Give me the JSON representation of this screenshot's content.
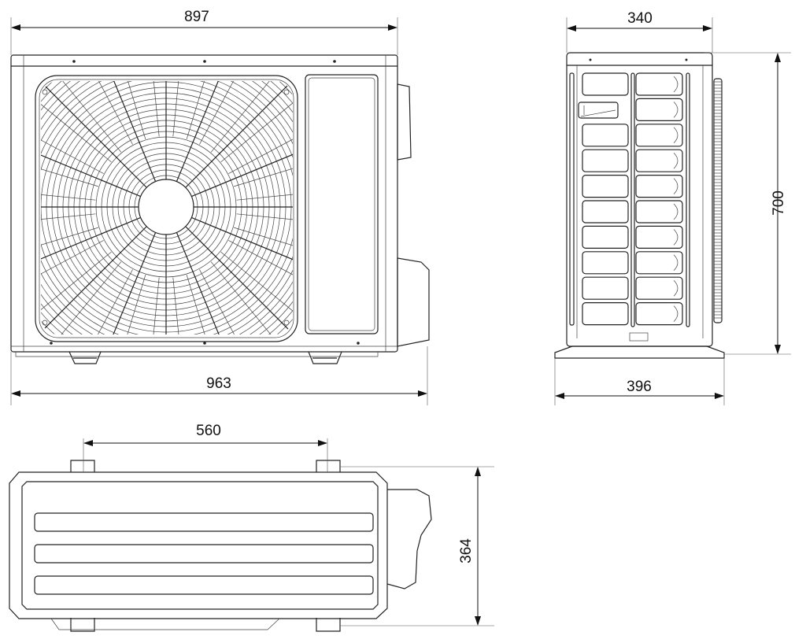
{
  "title": "Outdoor unit dimensions",
  "views": {
    "front": {
      "width_top": "897",
      "width_overall": "963"
    },
    "side": {
      "depth_top": "340",
      "height": "700",
      "depth_base": "396"
    },
    "bottom": {
      "foot_spacing": "560",
      "foot_depth": "364"
    }
  },
  "colors": {
    "line": "#222222",
    "background": "#ffffff"
  }
}
